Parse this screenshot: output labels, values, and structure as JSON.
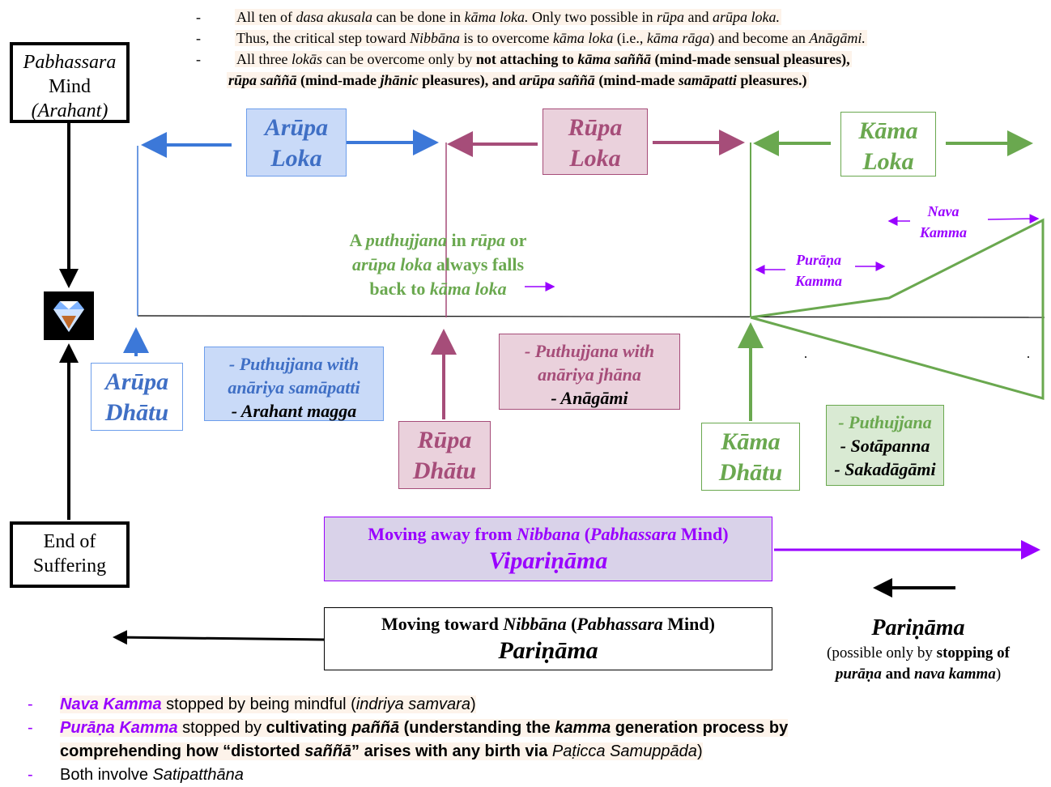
{
  "top_notes": {
    "l1_a": "All ten of ",
    "l1_b": "dasa akusala",
    "l1_c": " can be done in ",
    "l1_d": "kāma loka.",
    "l1_e": " Only two possible in ",
    "l1_f": "rūpa",
    "l1_g": " and ",
    "l1_h": "arūpa loka.",
    "l2_a": "Thus, the critical step toward ",
    "l2_b": "Nibbāna",
    "l2_c": " is to overcome ",
    "l2_d": "kāma loka",
    "l2_e": " (i.e., ",
    "l2_f": "kāma rāga",
    "l2_g": ") and become an ",
    "l2_h": "Anāgāmi.",
    "l3_a": "All three ",
    "l3_b": "lokās",
    "l3_c": " can be overcome only by ",
    "l3_d": "not attaching to ",
    "l3_e": "kāma saññā",
    "l3_f": " (mind-made sensual pleasures),",
    "l4_a": "rūpa saññā",
    "l4_b": " (mind-made ",
    "l4_c": "jhānic",
    "l4_d": " pleasures), and ",
    "l4_e": "arūpa saññā",
    "l4_f": " (mind-made ",
    "l4_g": "samāpatti",
    "l4_h": " pleasures.)"
  },
  "pabhassara": {
    "l1": "Pabhassara",
    "l2": "Mind",
    "l3": "(Arahant)"
  },
  "end_suffering": {
    "l1": "End of",
    "l2": "Suffering"
  },
  "lokas": {
    "arupa": {
      "l1": "Arūpa",
      "l2": "Loka"
    },
    "rupa": {
      "l1": "Rūpa",
      "l2": "Loka"
    },
    "kama": {
      "l1": "Kāma",
      "l2": "Loka"
    }
  },
  "dhatus": {
    "arupa": {
      "l1": "Arūpa",
      "l2": "Dhātu"
    },
    "rupa": {
      "l1": "Rūpa",
      "l2": "Dhātu"
    },
    "kama": {
      "l1": "Kāma",
      "l2": "Dhātu"
    }
  },
  "puthujjana_fall": {
    "a": "A ",
    "b": "puthujjana",
    "c": " in ",
    "d": "rūpa",
    "e": " or",
    "f": "arūpa loka",
    "g": " always falls",
    "h": "back to ",
    "i": "kāma loka"
  },
  "lists": {
    "arupa": {
      "i1": "- Puthujjana with",
      "i2": "anāriya samāpatti",
      "i3": "- Arahant magga"
    },
    "rupa": {
      "i1": "- Puthujjana with",
      "i2": "anāriya jhāna",
      "i3": "- Anāgāmi"
    },
    "kama": {
      "i1": "- Puthujjana",
      "i2": "- Sotāpanna",
      "i3": "- Sakadāgāmi"
    }
  },
  "kamma": {
    "nava": {
      "l1": "Nava",
      "l2": "Kamma"
    },
    "purana": {
      "l1": "Purāṇa",
      "l2": "Kamma"
    }
  },
  "viparinama": {
    "a": "Moving away from ",
    "b": "Nibbana",
    "c": " (",
    "d": "Pabhassara",
    "e": " Mind)",
    "title": "Vipariṇāma"
  },
  "parinama_box": {
    "a": "Moving toward ",
    "b": "Nibbāna",
    "c": " (",
    "d": "Pabhassara",
    "e": " Mind)",
    "title": "Pariṇāma"
  },
  "parinama_side": {
    "title": "Pariṇāma",
    "a": "(possible only by ",
    "b": "stopping of",
    "c": "purāṇa",
    "d": " and ",
    "e": "nava kamma",
    "f": ")"
  },
  "bottom_notes": {
    "r1": {
      "dash": "-",
      "a": "Nava Kamma",
      "b": " stopped by being mindful (",
      "c": "indriya samvara",
      "d": ")"
    },
    "r2": {
      "dash": "-",
      "a": "Purāṇa Kamma",
      "b": " stopped by ",
      "c": "cultivating ",
      "d": "paññā",
      "e": " (understanding the ",
      "f": "kamma",
      "g": " generation process by"
    },
    "r3": {
      "a": "comprehending how “distorted ",
      "b": "saññā",
      "c": "” arises with any birth via ",
      "d": "Paṭicca Samuppāda",
      "e": ")"
    },
    "r4": {
      "dash": "-",
      "a": "Both involve ",
      "b": "Satipatthāna"
    }
  },
  "top_dashes": {
    "d1": "-",
    "d2": "-",
    "d3": "-"
  },
  "colors": {
    "blue": "#3c78d8",
    "pink": "#a64d79",
    "green": "#6aa84f",
    "purple": "#9900ff"
  }
}
